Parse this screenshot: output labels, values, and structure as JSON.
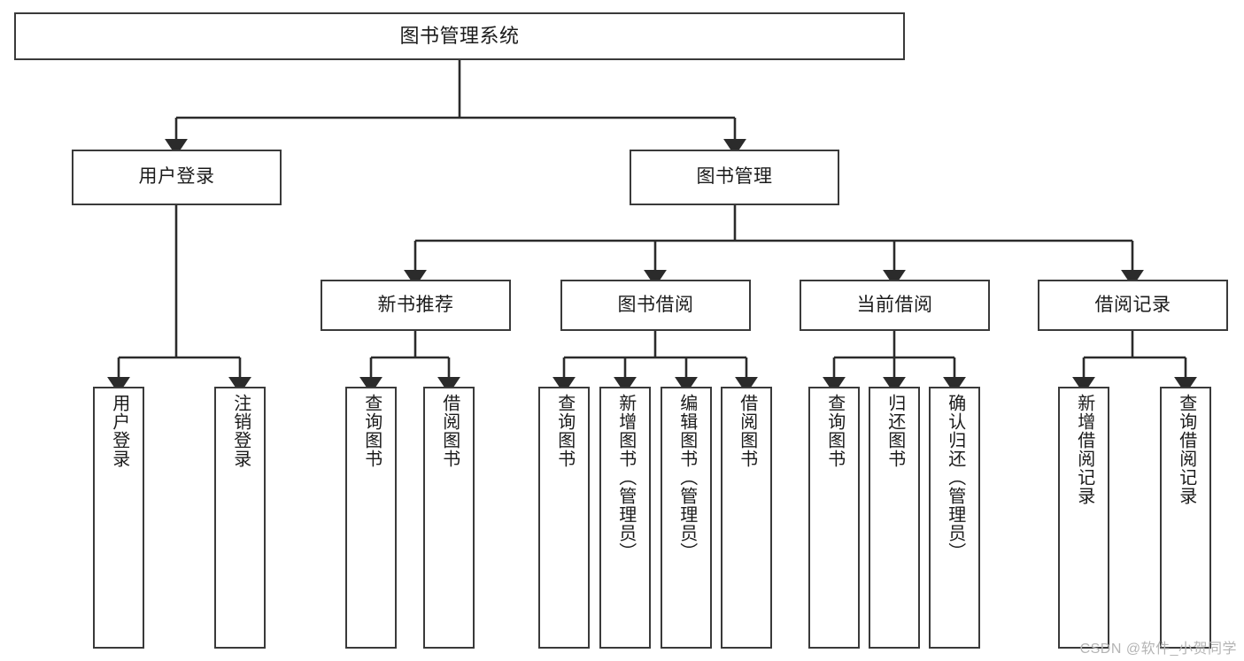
{
  "diagram": {
    "type": "tree-hierarchy-chart",
    "title": "图书管理系统",
    "stroke_color": "#3a3a3a",
    "background_color": "#ffffff",
    "text_color": "#1b1b1b",
    "levels": {
      "root": {
        "label": "图书管理系统"
      },
      "level2": [
        {
          "id": "user-login",
          "label": "用户登录"
        },
        {
          "id": "book-management",
          "label": "图书管理"
        }
      ],
      "level3": [
        {
          "id": "new-book-recommend",
          "label": "新书推荐"
        },
        {
          "id": "book-borrow",
          "label": "图书借阅"
        },
        {
          "id": "current-borrow",
          "label": "当前借阅"
        },
        {
          "id": "borrow-record",
          "label": "借阅记录"
        }
      ],
      "leaves": {
        "user_login": [
          {
            "id": "leaf-user-login",
            "label": "用户登录"
          },
          {
            "id": "leaf-logout-login",
            "label": "注销登录"
          }
        ],
        "new_book_recommend": [
          {
            "id": "leaf-query-book-1",
            "label": "查询图书"
          },
          {
            "id": "leaf-borrow-book-1",
            "label": "借阅图书"
          }
        ],
        "book_borrow": [
          {
            "id": "leaf-query-book-2",
            "label": "查询图书"
          },
          {
            "id": "leaf-add-book",
            "label": "新增图书（管理员）"
          },
          {
            "id": "leaf-edit-book",
            "label": "编辑图书（管理员）"
          },
          {
            "id": "leaf-borrow-book-2",
            "label": "借阅图书"
          }
        ],
        "current_borrow": [
          {
            "id": "leaf-query-book-3",
            "label": "查询图书"
          },
          {
            "id": "leaf-return-book",
            "label": "归还图书"
          },
          {
            "id": "leaf-confirm-return",
            "label": "确认归还（管理员）"
          }
        ],
        "borrow_record": [
          {
            "id": "leaf-add-record",
            "label": "新增借阅记录"
          },
          {
            "id": "leaf-query-record",
            "label": "查询借阅记录"
          }
        ]
      }
    }
  },
  "watermark": {
    "text": "CSDN @软件_小贺同学"
  }
}
